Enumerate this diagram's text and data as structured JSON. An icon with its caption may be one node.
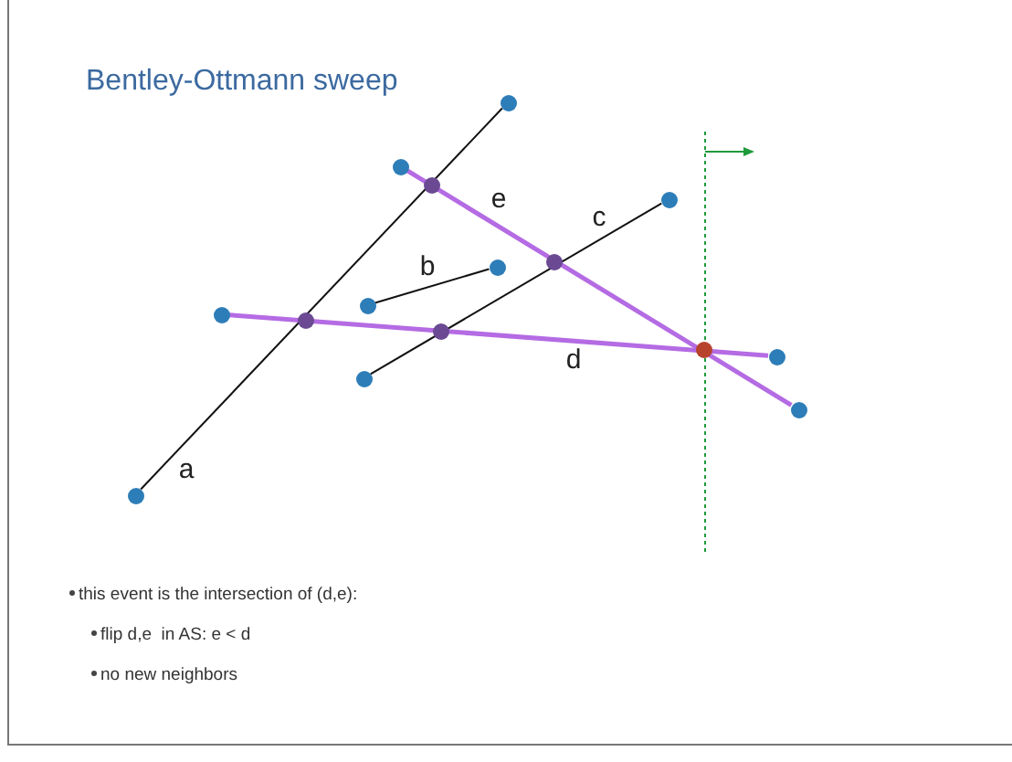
{
  "diagram": {
    "title": "Bentley-Ottmann sweep",
    "nodes": [
      {
        "text": [],
        "shape": "circle"
      },
      {
        "text": [],
        "shape": "circle"
      },
      {
        "text": [],
        "shape": "circle"
      },
      {
        "text": [],
        "shape": "circle"
      },
      {
        "text": [],
        "shape": "circle"
      },
      {
        "text": [],
        "shape": "circle"
      },
      {
        "text": [],
        "shape": "circle"
      },
      {
        "text": [],
        "shape": "circle"
      },
      {
        "text": [],
        "shape": "circle"
      },
      {
        "text": [],
        "shape": "circle"
      },
      {
        "text": [],
        "shape": "circle"
      },
      {
        "text": [],
        "shape": "circle"
      },
      {
        "text": [],
        "shape": "circle"
      },
      {
        "text": [],
        "shape": "circle"
      },
      {
        "text": [],
        "shape": "circle"
      }
    ],
    "edges": [
      {
        "from": 0,
        "to": 6,
        "arrow": "none",
        "label": "a"
      },
      {
        "from": 3,
        "to": 5,
        "arrow": "none",
        "label": "b"
      },
      {
        "from": 2,
        "to": 7,
        "arrow": "none",
        "label": "c"
      },
      {
        "from": 1,
        "to": 8,
        "arrow": "none",
        "label": "d",
        "style": "thick",
        "color": "#b46be3"
      },
      {
        "from": 4,
        "to": 9,
        "arrow": "none",
        "label": "e",
        "style": "thick",
        "color": "#b46be3"
      }
    ],
    "labels": [
      "this event is the intersection of (d,e):",
      "flip d,e  in AS: e < d",
      "no new neighbors"
    ]
  }
}
